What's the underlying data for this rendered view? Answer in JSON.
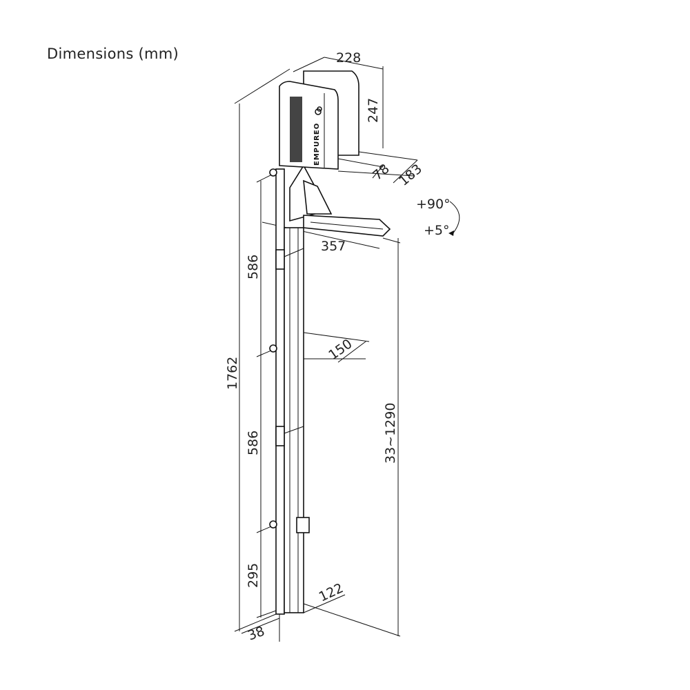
{
  "title": "Dimensions (mm)",
  "brand": "EMPUREO",
  "dimensions": {
    "width_top": "228",
    "height_top": "247",
    "depth_inner": "78",
    "depth_outer": "183",
    "arm_length": "357",
    "rotation_up": "+90°",
    "rotation_down": "+5°",
    "total_height": "1762",
    "spacing_upper": "586",
    "spacing_middle": "586",
    "spacing_bottom": "295",
    "bracket_depth": "150",
    "height_range": "33~1290",
    "base_depth": "122",
    "wall_gap": "38"
  }
}
